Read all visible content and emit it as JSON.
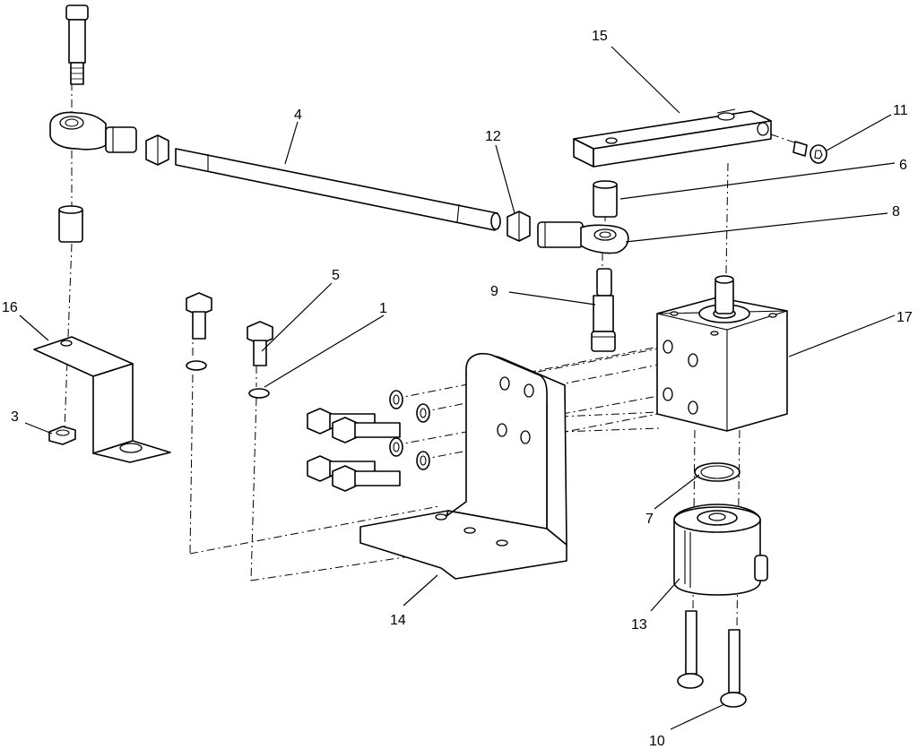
{
  "diagram": {
    "callouts": [
      {
        "id": "c1",
        "label": "1"
      },
      {
        "id": "c3",
        "label": "3"
      },
      {
        "id": "c4",
        "label": "4"
      },
      {
        "id": "c5",
        "label": "5"
      },
      {
        "id": "c6",
        "label": "6"
      },
      {
        "id": "c7",
        "label": "7"
      },
      {
        "id": "c8",
        "label": "8"
      },
      {
        "id": "c9",
        "label": "9"
      },
      {
        "id": "c10",
        "label": "10"
      },
      {
        "id": "c11",
        "label": "11"
      },
      {
        "id": "c12",
        "label": "12"
      },
      {
        "id": "c13",
        "label": "13"
      },
      {
        "id": "c14",
        "label": "14"
      },
      {
        "id": "c15",
        "label": "15"
      },
      {
        "id": "c16",
        "label": "16"
      },
      {
        "id": "c17",
        "label": "17"
      }
    ]
  }
}
